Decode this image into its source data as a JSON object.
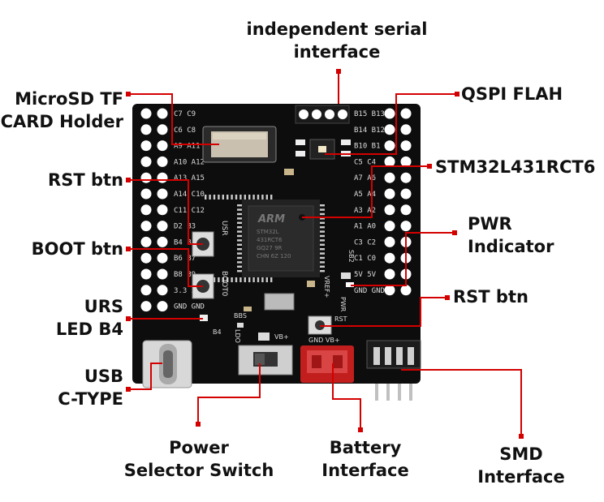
{
  "labels": {
    "serial": [
      "independent serial",
      "interface"
    ],
    "qspi": "QSPI FLAH",
    "microsd": [
      "MicroSD TF",
      "CARD Holder"
    ],
    "mcu": "STM32L431RCT6",
    "rst_left": "RST btn",
    "pwr": [
      "PWR",
      "Indicator"
    ],
    "boot": "BOOT btn",
    "rst_right": "RST btn",
    "urs": [
      "URS",
      "LED B4"
    ],
    "usb": [
      "USB",
      "C-TYPE"
    ],
    "power_switch": [
      "Power",
      "Selector Switch"
    ],
    "battery": [
      "Battery",
      "Interface"
    ],
    "smd": [
      "SMD",
      "Interface"
    ]
  },
  "board_text": {
    "left_pins": [
      "C7 C9",
      "C6 C8",
      "A9 A11",
      "A10 A12",
      "A13 A15",
      "A14 C10",
      "C11 C12",
      "D2 B3",
      "B4 B5",
      "B6 B7",
      "B8 B9",
      "3.3 3.3",
      "GND GND"
    ],
    "right_pins": [
      "B15 B13",
      "B14 B12",
      "B10 B1",
      "C5 C4",
      "A7 A6",
      "A5 A4",
      "A3 A2",
      "A1 A0",
      "C3 C2",
      "C1 C0",
      "5V 5V",
      "GND GND"
    ],
    "usr": "USR",
    "boot0": "BOOT0",
    "chip_brand": "ARM",
    "chip_lines": [
      "STM32L",
      "431RCT6",
      "GQ27 9R",
      "CHN 6Z 120"
    ],
    "rst": "RST",
    "sb2": "SB2",
    "vref": "VREF+",
    "pwr": "PWR",
    "b4": "B4",
    "bbs": "BBS",
    "ldo": "LDO",
    "vbplus": "VB+",
    "gnd_vb": "GND VB+"
  },
  "colors": {
    "pointer": "#d40000",
    "board": "#0d0d0d",
    "header": "#c21e1e"
  }
}
